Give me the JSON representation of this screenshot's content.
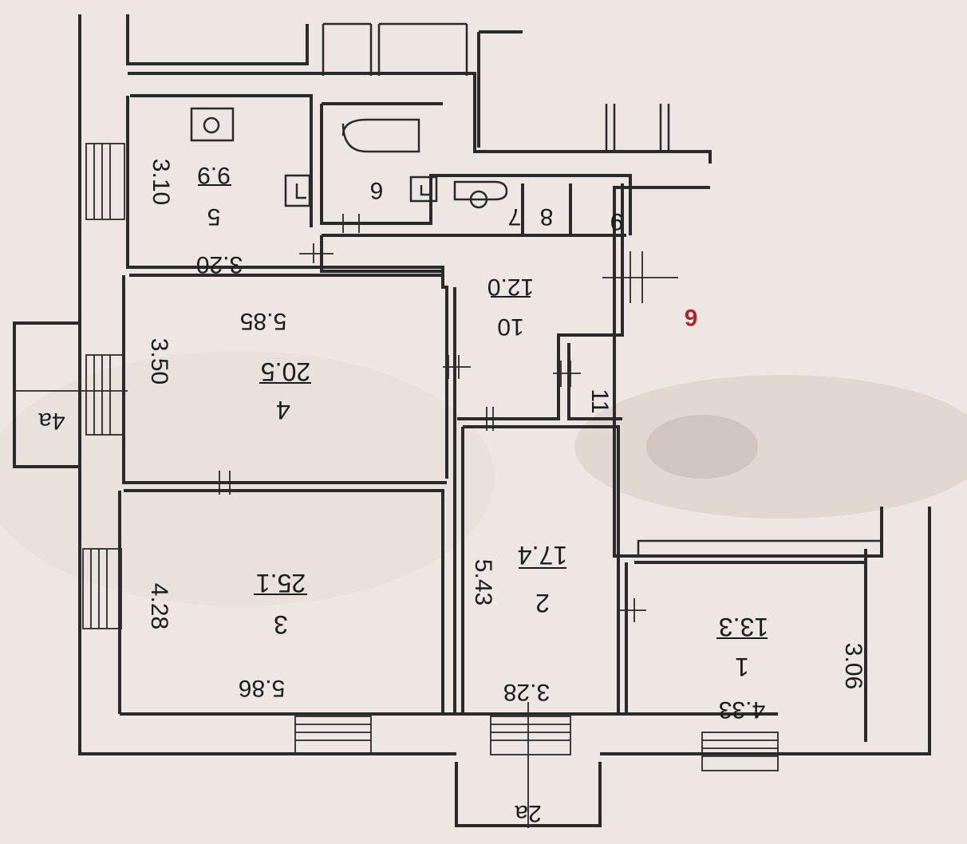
{
  "rooms": {
    "r1": {
      "number": "1",
      "area": "13.3"
    },
    "r2": {
      "number": "2",
      "area": "17.4"
    },
    "r3": {
      "number": "3",
      "area": "25.1"
    },
    "r4": {
      "number": "4",
      "area": "20.5"
    },
    "r5": {
      "number": "5",
      "area": "9.9"
    },
    "r6": {
      "number": "6"
    },
    "r7": {
      "number": "7"
    },
    "r8": {
      "number": "8"
    },
    "r9": {
      "number": "9"
    },
    "r10": {
      "number": "10",
      "area": "12.0"
    },
    "r11": {
      "number": "11"
    }
  },
  "balconies": {
    "b4a": "4a",
    "b2a": "2a"
  },
  "dimensions": {
    "d1_len": "4.33",
    "d1_wid": "3.06",
    "d2_len": "5.43",
    "d2_wid": "3.28",
    "d3_len": "5.86",
    "d3_wid": "4.28",
    "d4_len": "5.85",
    "d4_wid": "3.50",
    "d5_len": "3.20",
    "d5_wid": "3.10"
  },
  "stair_marker": "6",
  "colors": {
    "wall": "#2a2a2a",
    "paper": "#ede6e2",
    "marker": "#b3242a"
  }
}
